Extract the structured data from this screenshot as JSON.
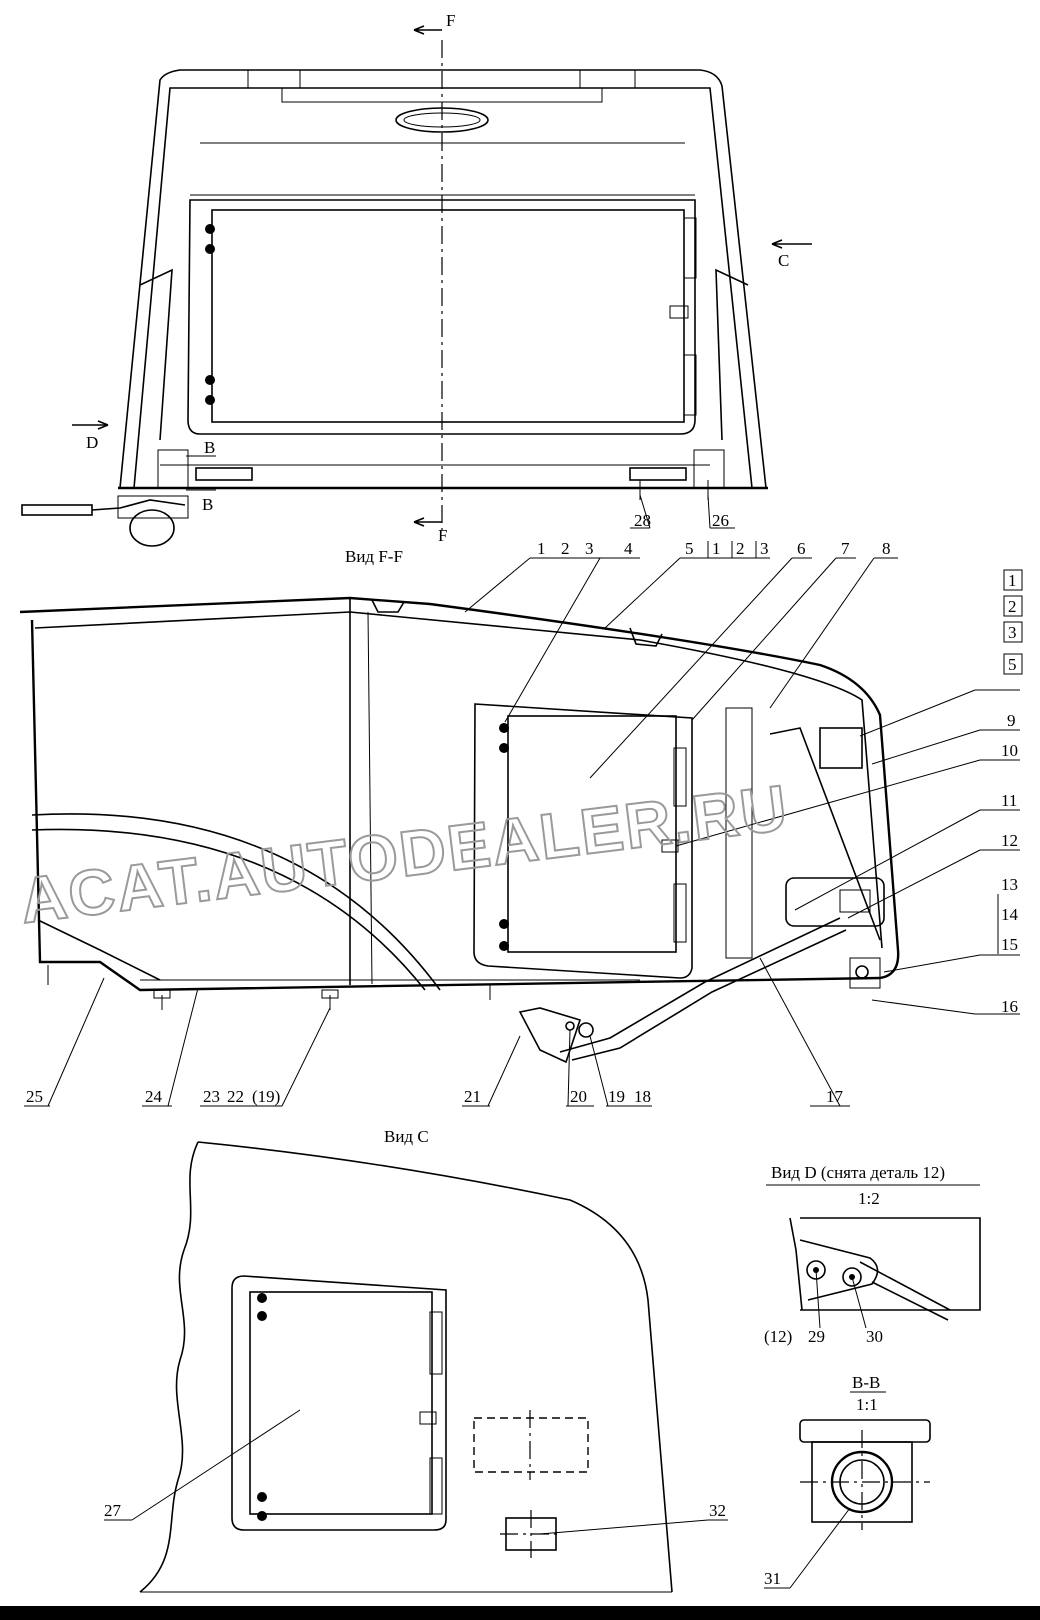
{
  "views": {
    "top": {
      "section_arrow_letter": "F",
      "view_letter_c": "C",
      "view_letter_d": "D",
      "cut_letter_b": "B"
    },
    "ff": {
      "title": "Вид F-F"
    },
    "c": {
      "title": "Вид C"
    },
    "d": {
      "title": "Вид D (снята деталь 12)",
      "scale": "1:2"
    },
    "bb": {
      "title": "B-B",
      "scale": "1:1"
    }
  },
  "callouts": {
    "c1": "1",
    "c2": "2",
    "c3": "3",
    "c4": "4",
    "c5": "5",
    "c1b": "1",
    "c2b": "2",
    "c3b": "3",
    "c6": "6",
    "c7": "7",
    "c8": "8",
    "c9": "9",
    "c10": "10",
    "c11": "11",
    "c12": "12",
    "c13": "13",
    "c14": "14",
    "c15": "15",
    "c16": "16",
    "c17": "17",
    "c18": "18",
    "c19": "19",
    "c20": "20",
    "c21": "21",
    "c22": "22",
    "c19p": "(19)",
    "c23": "23",
    "c24": "24",
    "c25": "25",
    "c26": "26",
    "c27": "27",
    "c28": "28",
    "c29": "29",
    "c30": "30",
    "c31": "31",
    "c32": "32",
    "c12p": "(12)",
    "s1": "1",
    "s2": "2",
    "s3": "3",
    "s5": "5"
  },
  "watermark": "ACAT.AUTODEALER.RU"
}
